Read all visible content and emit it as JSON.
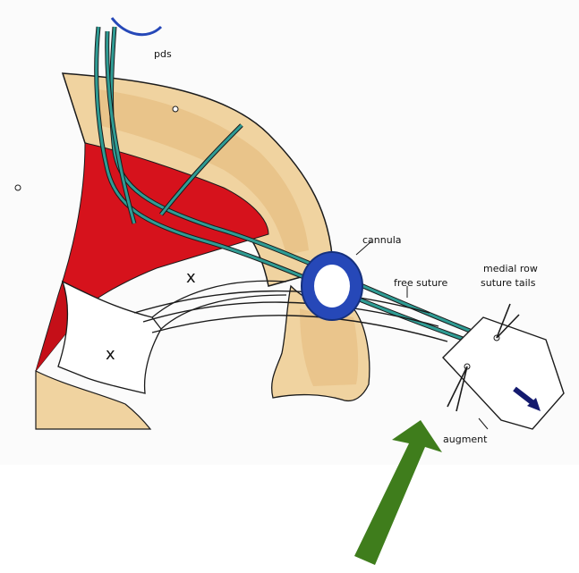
{
  "labels": {
    "pds": "pds",
    "cannula": "cannula",
    "free_suture": "free suture",
    "medial_row_line1": "medial row",
    "medial_row_line2": "suture tails",
    "augment": "augment",
    "x_upper": "x",
    "x_lower": "x"
  },
  "colors": {
    "bone": "#f0d3a0",
    "bone_dark": "#e3b878",
    "muscle": "#d6121c",
    "suture": "#2f9c94",
    "cannula": "#2648b8",
    "cannula_dark": "#15307c",
    "arrow_green": "#3f7d1c",
    "arrow_navy": "#141a6e"
  },
  "icons": {
    "navy_arrow": "arrow-down-right-icon",
    "green_arrow": "arrow-up-right-icon"
  }
}
